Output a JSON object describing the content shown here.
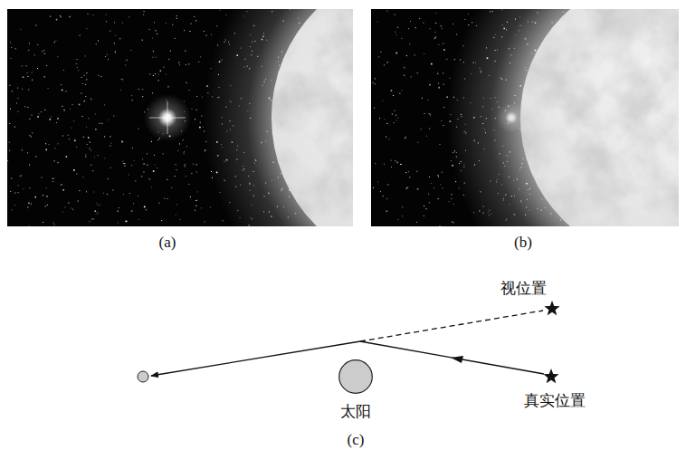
{
  "diagram": {
    "nodes": [
      {
        "text": [
          "视位置"
        ]
      },
      {
        "text": [
          "太阳"
        ]
      },
      {
        "text": [
          "真实位置"
        ]
      }
    ],
    "labels": [
      "(a)",
      "(b)",
      "(c)"
    ]
  }
}
